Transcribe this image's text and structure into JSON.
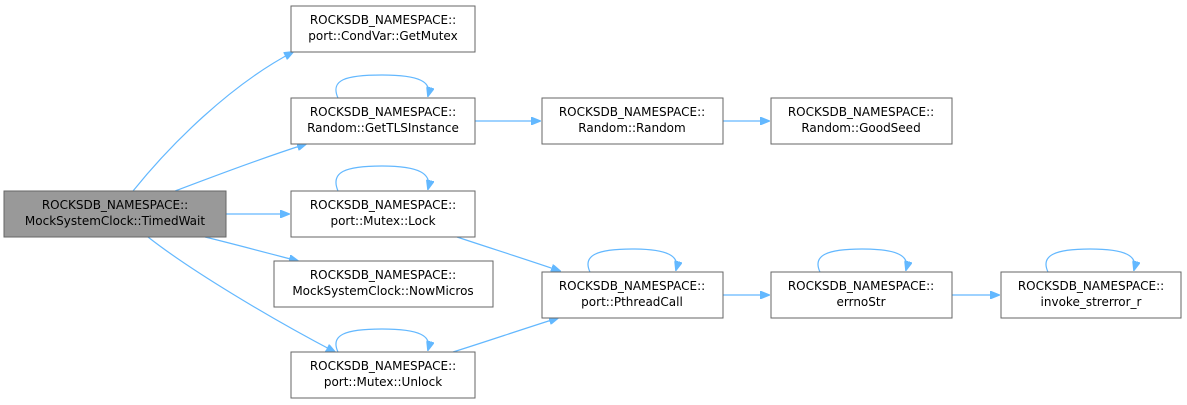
{
  "nodes": {
    "timedwait": {
      "line1": "ROCKSDB_NAMESPACE::",
      "line2": "MockSystemClock::TimedWait"
    },
    "getmutex": {
      "line1": "ROCKSDB_NAMESPACE::",
      "line2": "port::CondVar::GetMutex"
    },
    "gettls": {
      "line1": "ROCKSDB_NAMESPACE::",
      "line2": "Random::GetTLSInstance"
    },
    "random": {
      "line1": "ROCKSDB_NAMESPACE::",
      "line2": "Random::Random"
    },
    "goodseed": {
      "line1": "ROCKSDB_NAMESPACE::",
      "line2": "Random::GoodSeed"
    },
    "lock": {
      "line1": "ROCKSDB_NAMESPACE::",
      "line2": "port::Mutex::Lock"
    },
    "nowmicros": {
      "line1": "ROCKSDB_NAMESPACE::",
      "line2": "MockSystemClock::NowMicros"
    },
    "pthreadcall": {
      "line1": "ROCKSDB_NAMESPACE::",
      "line2": "port::PthreadCall"
    },
    "errnostr": {
      "line1": "ROCKSDB_NAMESPACE::",
      "line2": "errnoStr"
    },
    "strerror": {
      "line1": "ROCKSDB_NAMESPACE::",
      "line2": "invoke_strerror_r"
    },
    "unlock": {
      "line1": "ROCKSDB_NAMESPACE::",
      "line2": "port::Mutex::Unlock"
    }
  },
  "colors": {
    "edge": "#63b8ff",
    "root_fill": "#999999",
    "node_border": "#666666"
  }
}
